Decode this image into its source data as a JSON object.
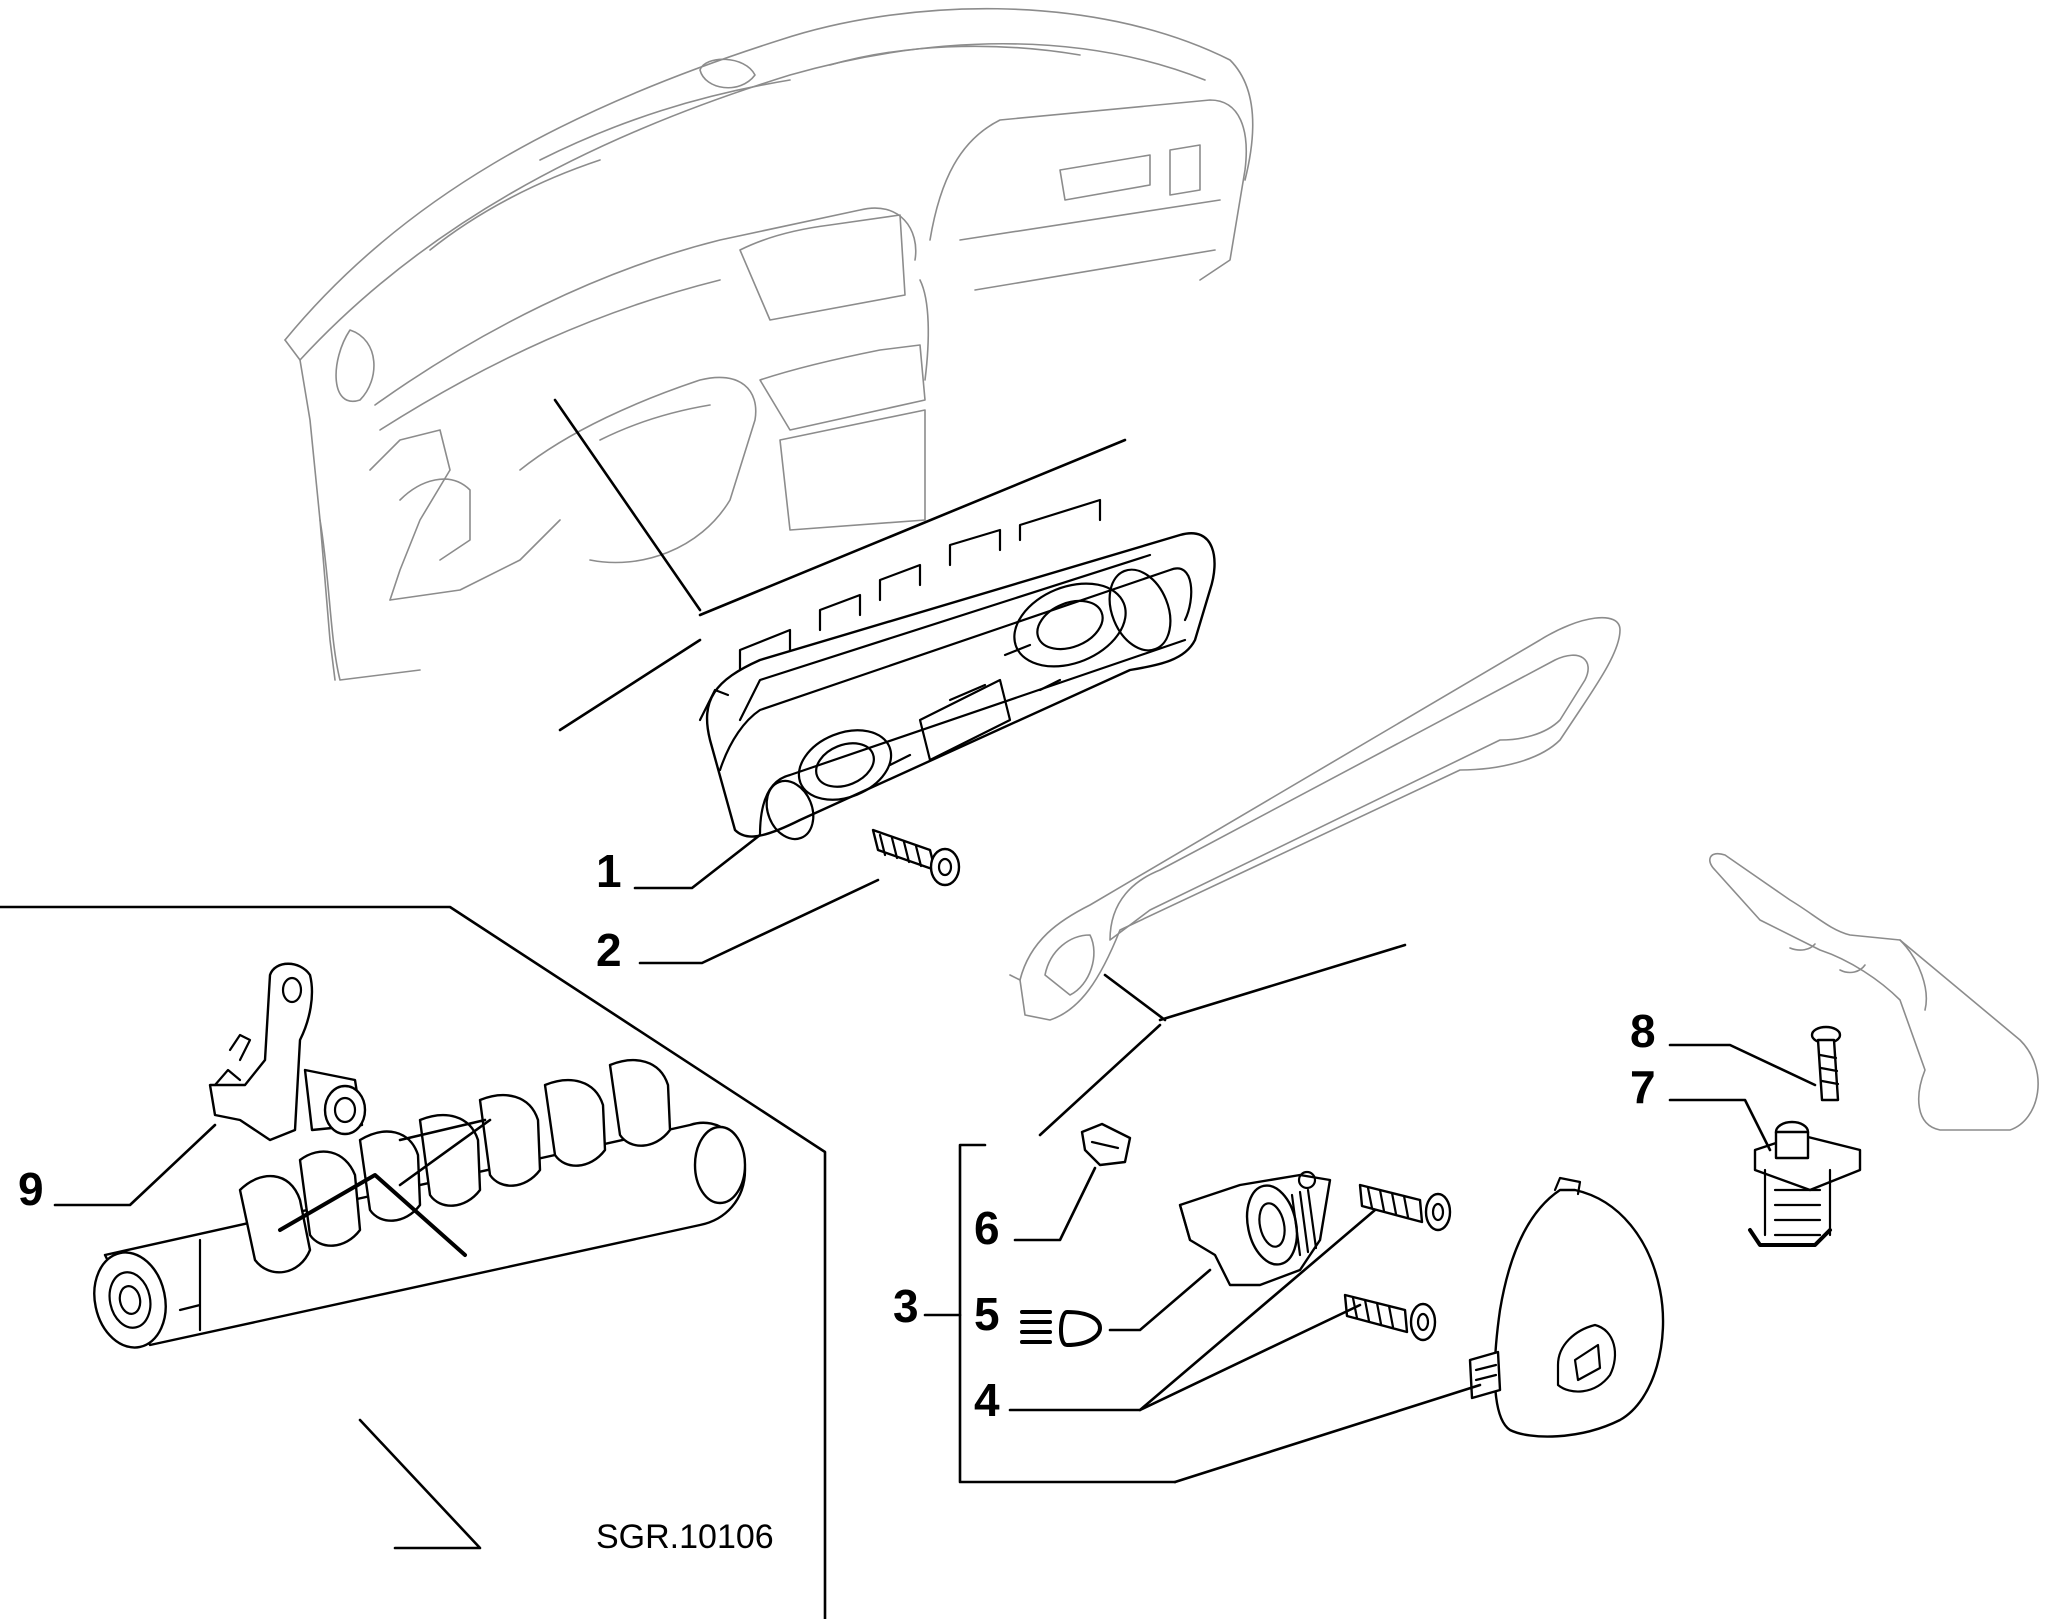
{
  "callouts": {
    "c1": "1",
    "c2": "2",
    "c3": "3",
    "c4": "4",
    "c5": "5",
    "c6": "6",
    "c7": "7",
    "c8": "8",
    "c9": "9"
  },
  "reference_code": "SGR.10106",
  "icons": {
    "headlamp": "headlamp-symbol-icon"
  }
}
